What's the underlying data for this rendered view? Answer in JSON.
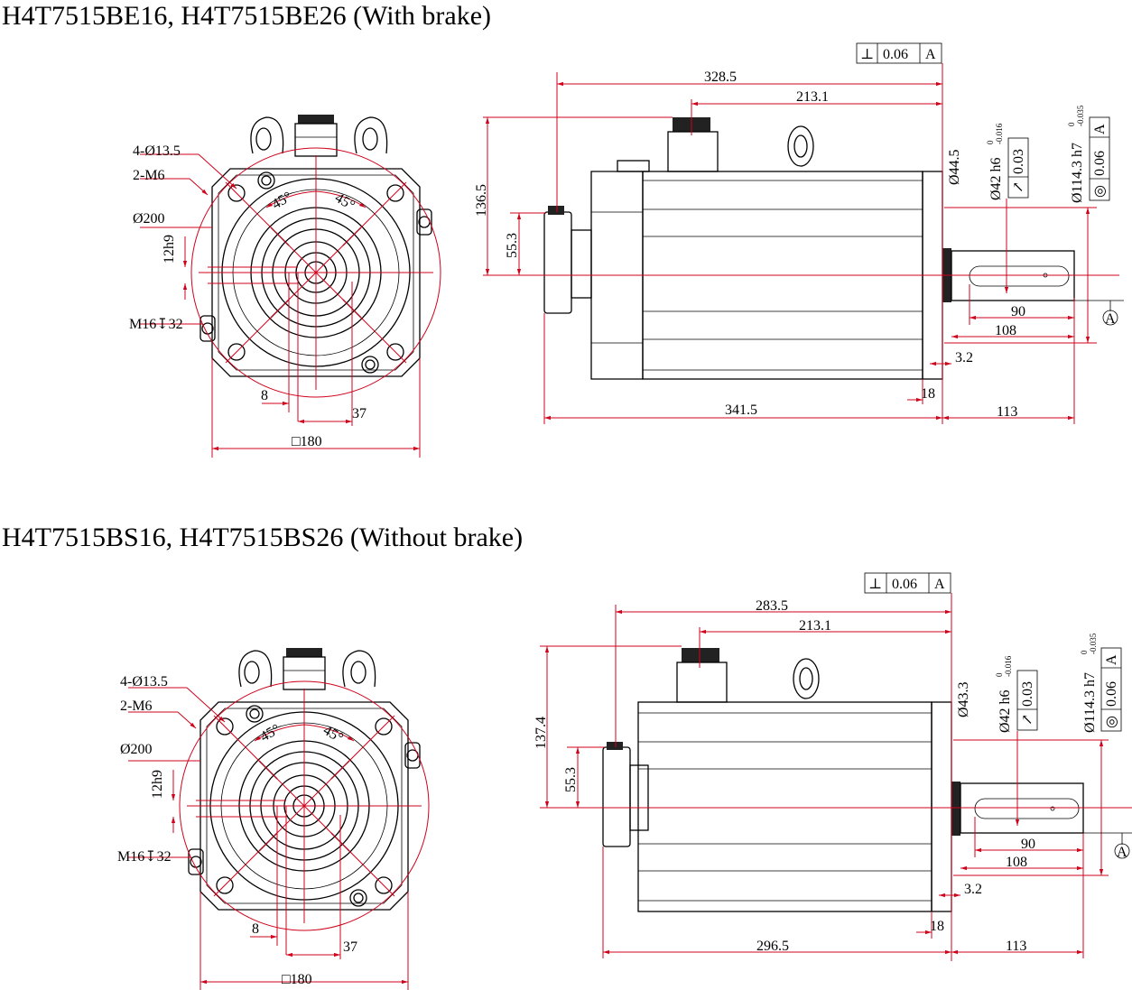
{
  "sections": [
    {
      "title": "H4T7515BE16, H4T7515BE26 (With brake)",
      "front": {
        "holes": "4-Ø13.5",
        "thread": "2-M6",
        "pcd": "Ø200",
        "key_width": "12h9",
        "tap": "M16↧32",
        "angle1": "45°",
        "angle2": "45°",
        "dim_8": "8",
        "dim_37": "37",
        "square": "□180"
      },
      "side": {
        "perp_symbol": "⊥",
        "perp_tol": "0.06",
        "perp_ref": "A",
        "overall_top": "328.5",
        "conn_pos": "213.1",
        "height": "136.5",
        "enc_height": "55.3",
        "dia_44": "Ø44.5",
        "shaft_dia": "Ø42 h6",
        "shaft_tol_upper": "0",
        "shaft_tol_lower": "-0.016",
        "runout_symbol": "↗",
        "runout_tol": "0.03",
        "pilot_dia": "Ø114.3 h7",
        "pilot_tol_upper": "0",
        "pilot_tol_lower": "-0.035",
        "conc_symbol": "◎",
        "conc_tol": "0.06",
        "conc_ref": "A",
        "key_len": "90",
        "shaft_len": "108",
        "flange_step": "3.2",
        "flange_thk": "18",
        "body_len": "341.5",
        "shaft_total": "113",
        "datum": "A"
      }
    },
    {
      "title": "H4T7515BS16, H4T7515BS26 (Without brake)",
      "front": {
        "holes": "4-Ø13.5",
        "thread": "2-M6",
        "pcd": "Ø200",
        "key_width": "12h9",
        "tap": "M16↧32",
        "angle1": "45°",
        "angle2": "45°",
        "dim_8": "8",
        "dim_37": "37",
        "square": "□180"
      },
      "side": {
        "perp_symbol": "⊥",
        "perp_tol": "0.06",
        "perp_ref": "A",
        "overall_top": "283.5",
        "conn_pos": "213.1",
        "height": "137.4",
        "enc_height": "55.3",
        "dia_44": "Ø43.3",
        "shaft_dia": "Ø42 h6",
        "shaft_tol_upper": "0",
        "shaft_tol_lower": "-0.016",
        "runout_symbol": "↗",
        "runout_tol": "0.03",
        "pilot_dia": "Ø114.3 h7",
        "pilot_tol_upper": "0",
        "pilot_tol_lower": "-0.035",
        "conc_symbol": "◎",
        "conc_tol": "0.06",
        "conc_ref": "A",
        "key_len": "90",
        "shaft_len": "108",
        "flange_step": "3.2",
        "flange_thk": "18",
        "body_len": "296.5",
        "shaft_total": "113",
        "datum": "A"
      }
    }
  ],
  "colors": {
    "dimension": "#d0021b",
    "outline": "#000000"
  }
}
